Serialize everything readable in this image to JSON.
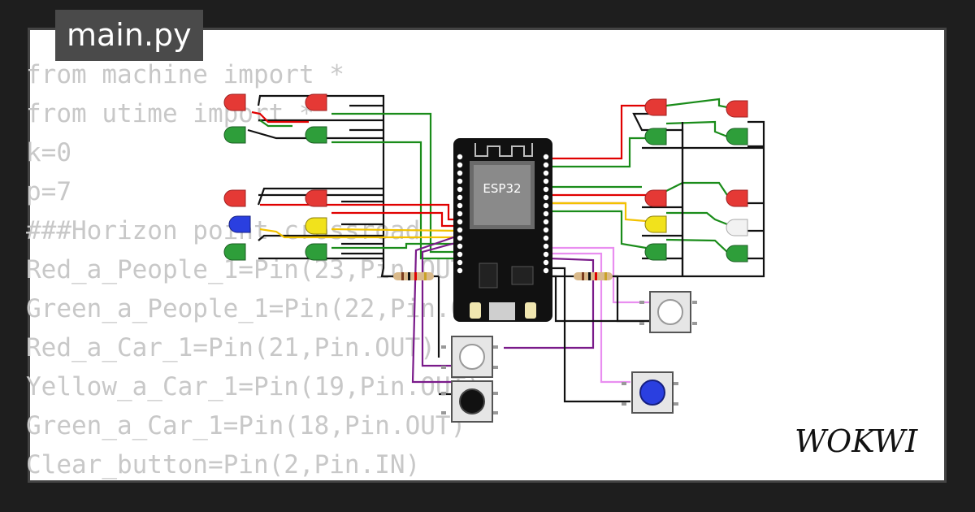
{
  "tab": {
    "label": "main.py"
  },
  "code_lines": [
    "from machine import *",
    "from utime import *",
    "k=0",
    "p=7",
    "###Horizon point crossroad",
    "Red_a_People_1=Pin(23,Pin.OUT)",
    "Green_a_People_1=Pin(22,Pin.OUT)",
    "Red_a_Car_1=Pin(21,Pin.OUT)",
    "Yellow_a_Car_1=Pin(19,Pin.OUT)",
    "Green_a_Car_1=Pin(18,Pin.OUT)",
    "Clear_button=Pin(2,Pin.IN)"
  ],
  "board": {
    "label": "ESP32"
  },
  "logo": {
    "text": "WOKWI"
  },
  "colors": {
    "red_led": "#e53935",
    "green_led": "#2e9e3a",
    "yellow_led": "#f1e21c",
    "blue_led": "#2a3fe0",
    "white_led": "#f2f2f2",
    "wire_red": "#e00000",
    "wire_green": "#1a8c1a",
    "wire_yellow": "#f2c200",
    "wire_purple": "#7a1a8a",
    "wire_pink": "#e98ef0",
    "wire_black": "#111111"
  }
}
